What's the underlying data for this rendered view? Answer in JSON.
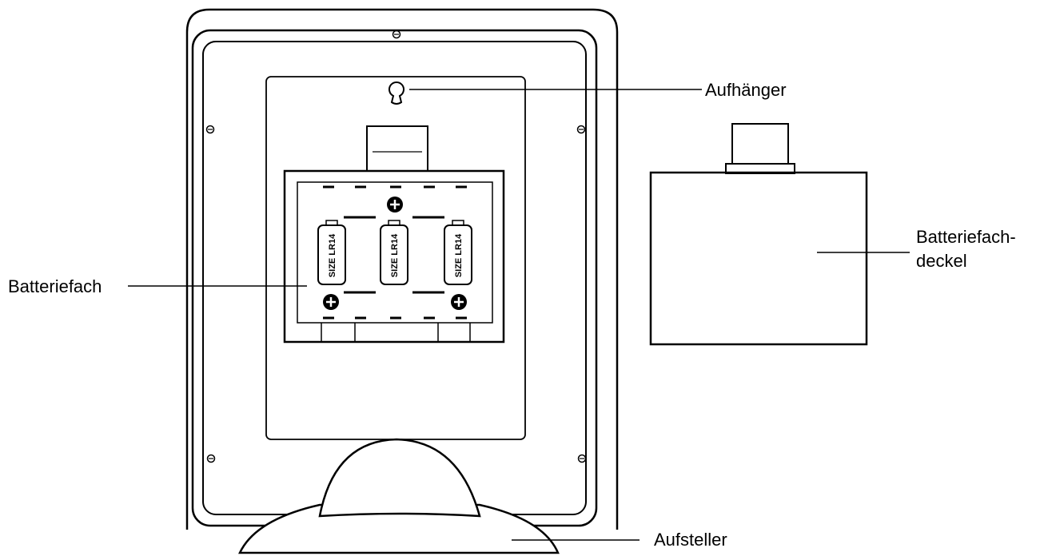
{
  "labels": {
    "hanger": "Aufhänger",
    "battery_compartment": "Batteriefach",
    "battery_cover_line1": "Batteriefach-",
    "battery_cover_line2": "deckel",
    "stand": "Aufsteller"
  },
  "batteries": [
    {
      "label": "SIZE LR14"
    },
    {
      "label": "SIZE LR14"
    },
    {
      "label": "SIZE LR14"
    }
  ],
  "icons": {
    "screw": "screw-icon",
    "polarity": "plus-terminal-icon"
  },
  "colors": {
    "line": "#000000",
    "background": "#ffffff"
  }
}
